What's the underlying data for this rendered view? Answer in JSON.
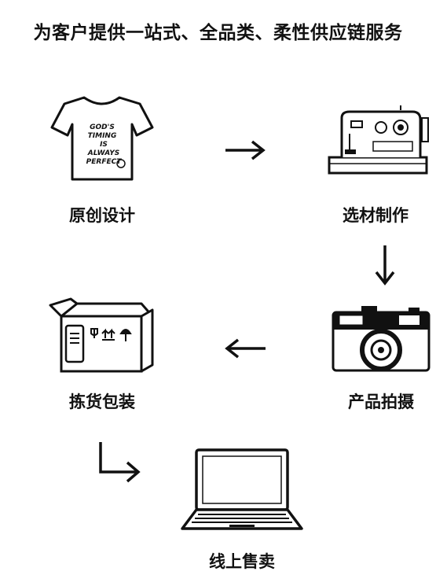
{
  "title": "为客户提供一站式、全品类、柔性供应链服务",
  "steps": [
    {
      "label": "原创设计",
      "icon": "tshirt-icon"
    },
    {
      "label": "选材制作",
      "icon": "sewing-machine-icon"
    },
    {
      "label": "产品拍摄",
      "icon": "camera-icon"
    },
    {
      "label": "拣货包装",
      "icon": "box-icon"
    },
    {
      "label": "线上售卖",
      "icon": "laptop-icon"
    }
  ],
  "tshirt_print": [
    "GOD'S",
    "TIMING",
    "IS",
    "ALWAYS",
    "PERFECT"
  ],
  "colors": {
    "ink": "#111111",
    "background": "#ffffff"
  }
}
